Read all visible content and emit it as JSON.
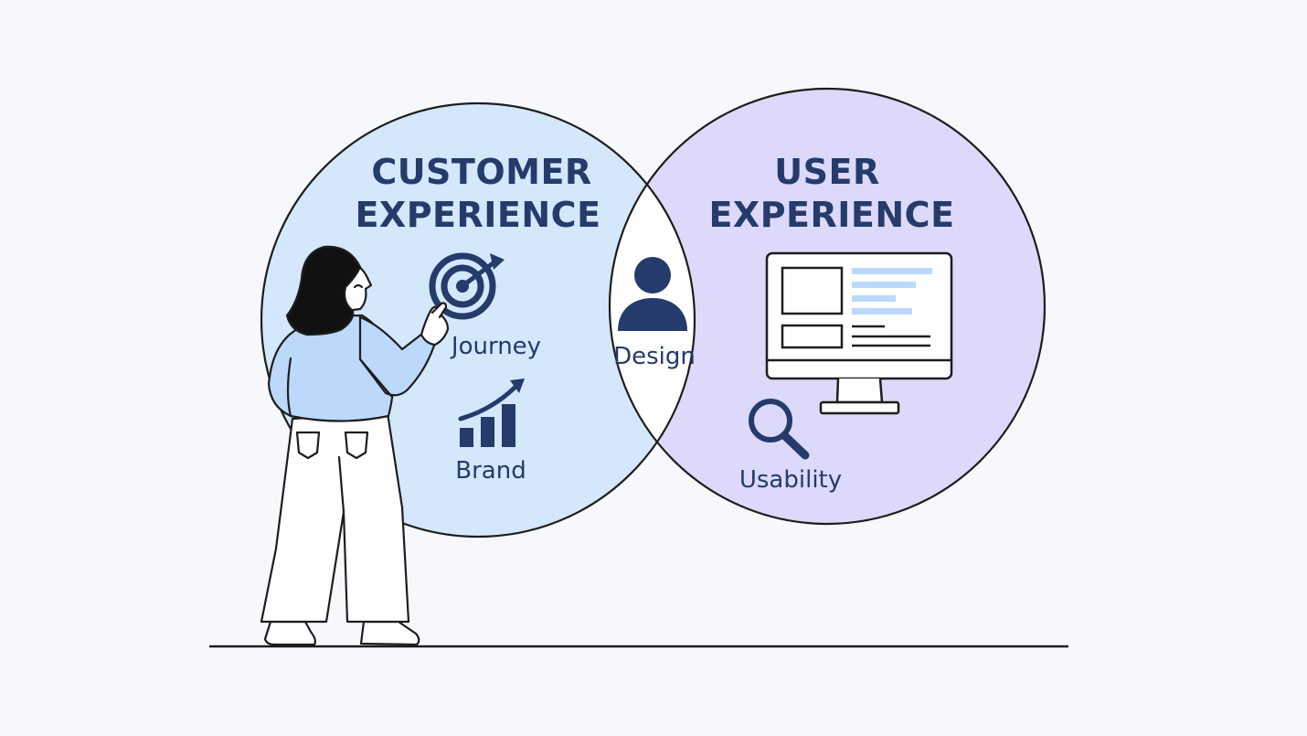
{
  "colors": {
    "background": "#f6f8fc",
    "customer_circle": "#d4e7fb",
    "user_circle": "#dcd9fa",
    "overlap": "#ffffff",
    "navy": "#243b6b",
    "accent_light_blue": "#bcd9fb"
  },
  "diagram": {
    "left_circle": {
      "title_line1": "CUSTOMER",
      "title_line2": "EXPERIENCE",
      "items": [
        {
          "label": "Journey",
          "icon": "target-icon"
        },
        {
          "label": "Brand",
          "icon": "growth-chart-icon"
        }
      ]
    },
    "right_circle": {
      "title_line1": "USER",
      "title_line2": "EXPERIENCE",
      "items": [
        {
          "label": "Usability",
          "icon": "magnifier-icon"
        }
      ],
      "illustration": "monitor-icon"
    },
    "overlap": {
      "label": "Design",
      "icon": "person-icon"
    }
  },
  "illustration": {
    "figure": "woman-pointing-illustration"
  }
}
